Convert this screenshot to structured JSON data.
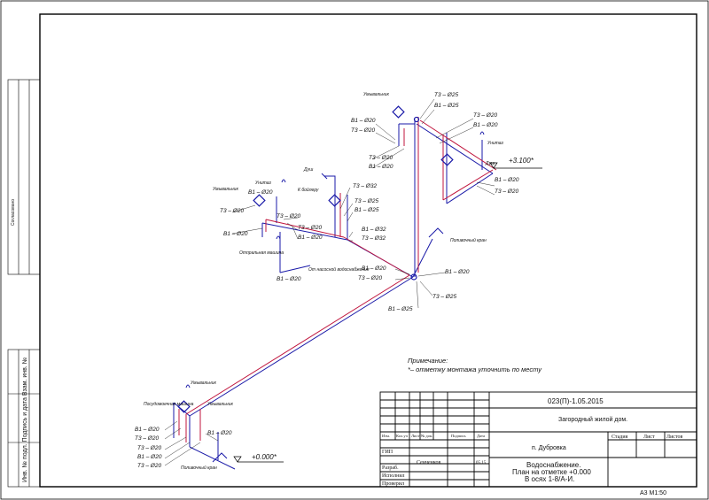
{
  "colors": {
    "cold": "#1a1aa8",
    "hot": "#c0143c",
    "line": "#000000"
  },
  "margin_labels": {
    "agreed": "Согласовано",
    "inv_signature": "Инв. № подл.  Подпись и дата   Взам. инв. №"
  },
  "note": {
    "heading": "Примечание:",
    "text": "*– отметку монтажа уточнить по месту"
  },
  "elevations": {
    "top": "+3.100*",
    "bottom": "+0.000*"
  },
  "fixtures": {
    "sink_top": "Умывальник",
    "toilet_top": "Унитаз",
    "shower_top": "Душ",
    "shower_mid": "Душ",
    "toilet_mid": "Унитаз",
    "sink_mid": "Умывальник",
    "boiler": "К бойлеру",
    "outlet_mid": "Отпральная машина",
    "from_station": "От насосной водоснабжения",
    "flush_right": "Поливочный кран",
    "sink_bottom": "Умывальник",
    "washer_bottom": "Посудомоечная машина",
    "sink_bottom2": "Умывальник",
    "flush_bottom": "Поливочный кран"
  },
  "pipe_labels": {
    "t3_25": "Т3 – Ø25",
    "b1_25": "В1 – Ø25",
    "t3_20": "Т3 – Ø20",
    "b1_20": "В1 – Ø20",
    "t3_32": "Т3 – Ø32",
    "b1_32": "В1 – Ø32"
  },
  "title_block": {
    "code": "023(П)-1.05.2015",
    "object": "Загородный жилой дом.",
    "location": "п. Дубровка",
    "stage_h": "Стадия",
    "sheet_h": "Лист",
    "sheets_h": "Листов",
    "col_izm": "Изм.",
    "col_koluch": "Кол.уч",
    "col_list": "Лист",
    "col_ndoc": "№ док.",
    "col_podp": "Подпись",
    "col_data": "Дата",
    "gip": "ГИП",
    "razrab": "Разраб.",
    "razrab_name": "Сенченков",
    "razrab_date": "05.15",
    "ispolnil": "Исполнил",
    "proveril": "Проверил",
    "title_l1": "Водоснабжение.",
    "title_l2": "План на отметке +0.000",
    "title_l3": "В осях 1-8/А-И.",
    "format": "А3 М1:50"
  }
}
